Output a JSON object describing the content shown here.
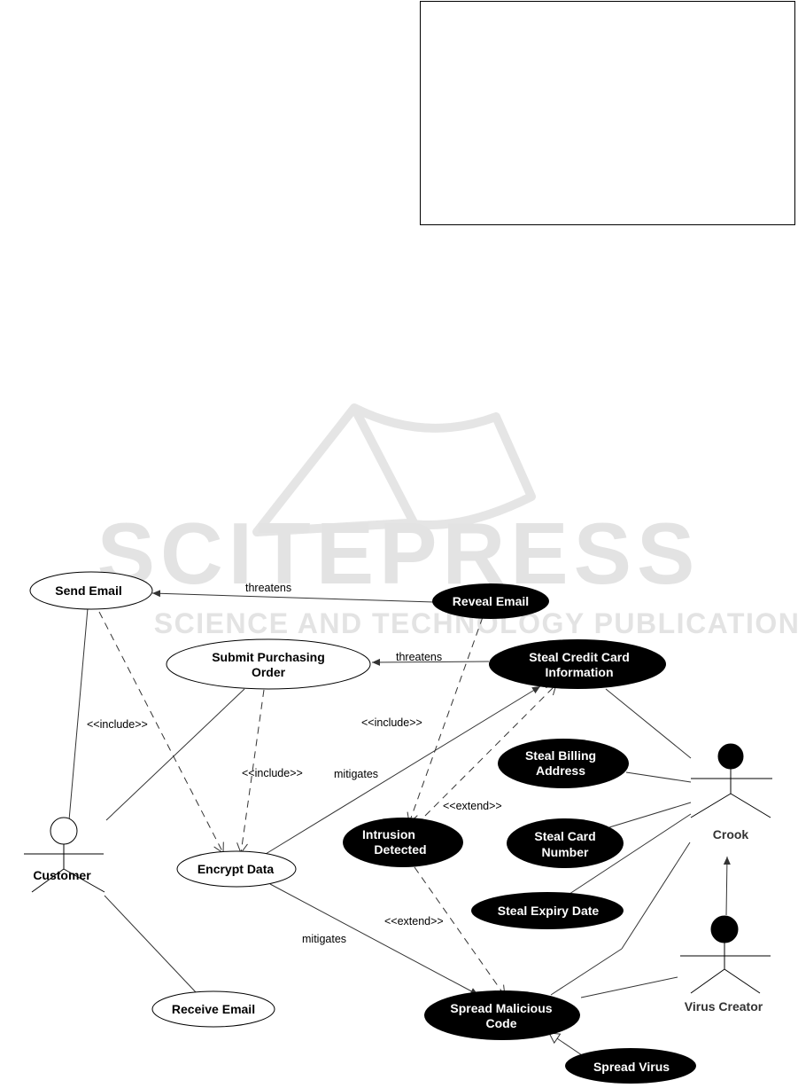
{
  "watermark": {
    "title": "SCITEPRESS",
    "subtitle": "SCIENCE AND TECHNOLOGY PUBLICATIONS",
    "color": "#e3e3e3"
  },
  "actors": {
    "customer": "Customer",
    "crook": "Crook",
    "virus_creator": "Virus Creator"
  },
  "use_cases": {
    "send_email": "Send Email",
    "submit_order": [
      "Submit Purchasing",
      "Order"
    ],
    "encrypt_data": "Encrypt Data",
    "receive_email": "Receive Email"
  },
  "misuse_cases": {
    "reveal_email": "Reveal Email",
    "steal_cc": [
      "Steal Credit Card",
      "Information"
    ],
    "steal_billing": [
      "Steal Billing",
      "Address"
    ],
    "intrusion": [
      "Intrusion",
      "Detected"
    ],
    "steal_card_number": [
      "Steal Card",
      "Number"
    ],
    "steal_expiry": "Steal Expiry Date",
    "spread_malicious": [
      "Spread Malicious",
      "Code"
    ],
    "spread_virus": "Spread Virus"
  },
  "relations": {
    "threatens_1": "threatens",
    "threatens_2": "threatens",
    "include_1": "<<include>>",
    "include_2": "<<include>>",
    "include_3": "<<include>>",
    "mitigates_1": "mitigates",
    "mitigates_2": "mitigates",
    "extend_1": "<<extend>>",
    "extend_2": "<<extend>>"
  },
  "colors": {
    "use_case_fill": "#ffffff",
    "misuse_case_fill": "#000000",
    "line": "#333333"
  }
}
